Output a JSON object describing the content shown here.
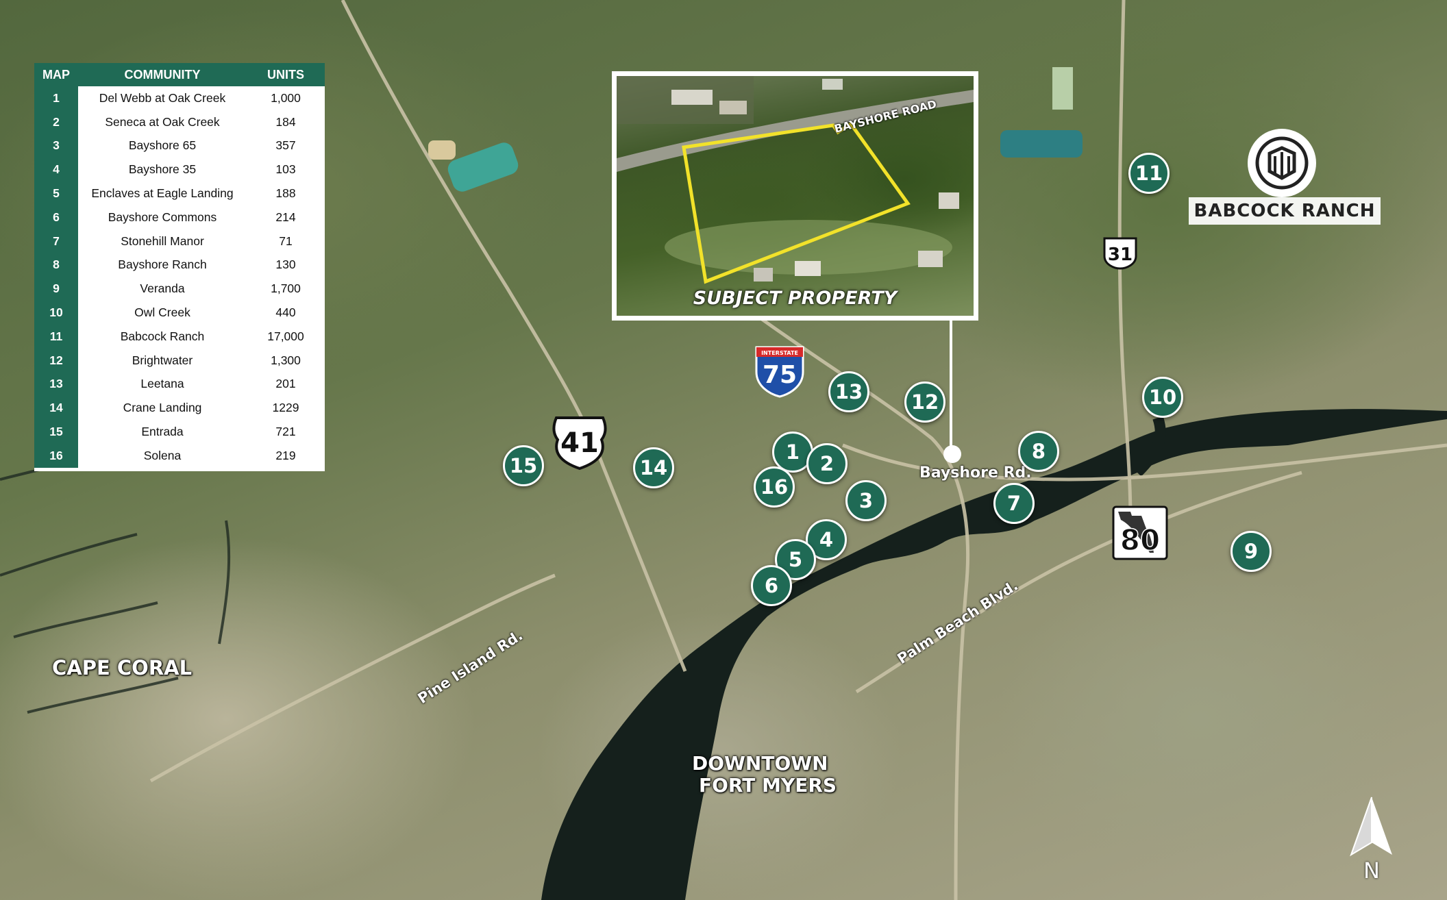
{
  "legend": {
    "headers": {
      "map": "MAP",
      "community": "COMMUNITY",
      "units": "UNITS"
    },
    "rows": [
      {
        "map": "1",
        "community": "Del Webb at Oak Creek",
        "units": "1,000"
      },
      {
        "map": "2",
        "community": "Seneca at Oak Creek",
        "units": "184"
      },
      {
        "map": "3",
        "community": "Bayshore 65",
        "units": "357"
      },
      {
        "map": "4",
        "community": "Bayshore 35",
        "units": "103"
      },
      {
        "map": "5",
        "community": "Enclaves at Eagle Landing",
        "units": "188"
      },
      {
        "map": "6",
        "community": "Bayshore Commons",
        "units": "214"
      },
      {
        "map": "7",
        "community": "Stonehill Manor",
        "units": "71"
      },
      {
        "map": "8",
        "community": "Bayshore Ranch",
        "units": "130"
      },
      {
        "map": "9",
        "community": "Veranda",
        "units": "1,700"
      },
      {
        "map": "10",
        "community": "Owl Creek",
        "units": "440"
      },
      {
        "map": "11",
        "community": "Babcock Ranch",
        "units": "17,000"
      },
      {
        "map": "12",
        "community": "Brightwater",
        "units": "1,300"
      },
      {
        "map": "13",
        "community": "Leetana",
        "units": "201"
      },
      {
        "map": "14",
        "community": "Crane Landing",
        "units": "1229"
      },
      {
        "map": "15",
        "community": "Entrada",
        "units": "721"
      },
      {
        "map": "16",
        "community": "Solena",
        "units": "219"
      }
    ]
  },
  "inset": {
    "caption": "SUBJECT PROPERTY",
    "road_label": "BAYSHORE ROAD"
  },
  "markers": [
    {
      "label": "1"
    },
    {
      "label": "2"
    },
    {
      "label": "3"
    },
    {
      "label": "4"
    },
    {
      "label": "5"
    },
    {
      "label": "6"
    },
    {
      "label": "7"
    },
    {
      "label": "8"
    },
    {
      "label": "9"
    },
    {
      "label": "10"
    },
    {
      "label": "11"
    },
    {
      "label": "12"
    },
    {
      "label": "13"
    },
    {
      "label": "14"
    },
    {
      "label": "15"
    },
    {
      "label": "16"
    }
  ],
  "places": {
    "cape_coral": "CAPE CORAL",
    "downtown_line1": "DOWNTOWN",
    "downtown_line2": "FORT MYERS",
    "babcock": "BABCOCK RANCH"
  },
  "roads": {
    "bayshore": "Bayshore Rd.",
    "palm_beach": "Palm Beach Blvd.",
    "pine_island": "Pine Island Rd."
  },
  "shields": {
    "us41": "41",
    "i75_top": "INTERSTATE",
    "i75": "75",
    "sr31": "31",
    "sr80": "80"
  },
  "compass": "N",
  "colors": {
    "marker": "#1f6a55",
    "outline": "#ffffff",
    "property_boundary": "#f2e22a"
  }
}
